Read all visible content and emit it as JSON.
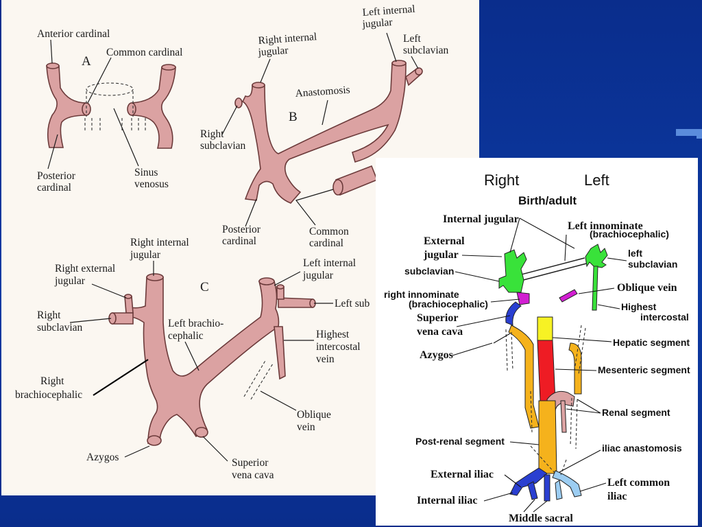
{
  "diagram_a": {
    "letter": "A",
    "anterior_cardinal": "Anterior cardinal",
    "common_cardinal": "Common cardinal",
    "posterior_cardinal_1": "Posterior",
    "posterior_cardinal_2": "cardinal",
    "sinus_venosus_1": "Sinus",
    "sinus_venosus_2": "venosus"
  },
  "diagram_b": {
    "letter": "B",
    "left_internal_jugular_1": "Left internal",
    "left_internal_jugular_2": "jugular",
    "right_internal_jugular_1": "Right internal",
    "right_internal_jugular_2": "jugular",
    "left_subclavian_1": "Left",
    "left_subclavian_2": "subclavian",
    "anastomosis": "Anastomosis",
    "right_subclavian_1": "Right",
    "right_subclavian_2": "subclavian",
    "posterior_cardinal_1": "Posterior",
    "posterior_cardinal_2": "cardinal",
    "common_cardinal_1": "Common",
    "common_cardinal_2": "cardinal"
  },
  "diagram_c": {
    "letter": "C",
    "right_internal_jugular_1": "Right internal",
    "right_internal_jugular_2": "jugular",
    "right_external_jugular_1": "Right external",
    "right_external_jugular_2": "jugular",
    "left_internal_jugular_1": "Left internal",
    "left_internal_jugular_2": "jugular",
    "left_subclavian": "Left sub",
    "right_subclavian_1": "Right",
    "right_subclavian_2": "subclavian",
    "left_brachiocephalic_1": "Left brachio-",
    "left_brachiocephalic_2": "cephalic",
    "highest_intercostal_1": "Highest",
    "highest_intercostal_2": "intercostal",
    "highest_intercostal_3": "vein",
    "oblique_vein_1": "Oblique",
    "oblique_vein_2": "vein",
    "azygos": "Azygos",
    "svc_1": "Superior",
    "svc_2": "vena cava"
  },
  "annotation": {
    "right_brachiocephalic_1": "Right",
    "right_brachiocephalic_2": "brachiocephalic"
  },
  "right_panel": {
    "right": "Right",
    "left": "Left",
    "title": "Birth/adult",
    "internal_jugular": "Internal jugular",
    "left_innominate": "Left innominate",
    "left_innominate_paren": "(brachiocephalic)",
    "external_jugular_1": "External",
    "external_jugular_2": "jugular",
    "left_subclavian_1": "left",
    "left_subclavian_2": "subclavian",
    "subclavian": "subclavian",
    "oblique_vein": "Oblique vein",
    "right_innominate": "right innominate",
    "right_innominate_paren": "(brachiocephalic)",
    "highest_intercostal_1": "Highest",
    "highest_intercostal_2": "intercostal",
    "svc_1": "Superior",
    "svc_2": "vena cava",
    "hepatic_segment": "Hepatic segment",
    "azygos": "Azygos",
    "mesenteric_segment": "Mesenteric segment",
    "renal_segment": "Renal segment",
    "post_renal_segment": "Post-renal segment",
    "iliac_anastomosis": "iliac anastomosis",
    "external_iliac": "External iliac",
    "left_common_iliac_1": "Left common",
    "left_common_iliac_2": "iliac",
    "internal_iliac": "Internal iliac",
    "middle_sacral": "Middle sacral"
  },
  "colors": {
    "background": "#0a2f8f",
    "vein": "#dba2a2",
    "green": "#39e23a",
    "magenta": "#d21fd2",
    "blue": "#2a3fd1",
    "orange": "#f5b21c",
    "red": "#ee1c24",
    "yellow": "#f7f224",
    "light_blue": "#9ccdf2"
  }
}
